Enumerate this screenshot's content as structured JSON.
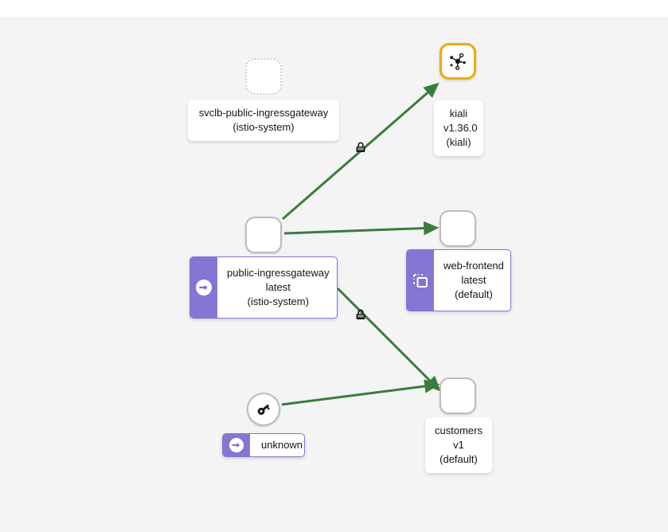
{
  "app": {
    "canvas_background": "#f4f4f4",
    "topbar_background": "#ffffff",
    "edge_color": "#3a7d3a",
    "accent_purple": "#8476d3",
    "highlight_orange": "#f0ab00"
  },
  "graph": {
    "nodes": [
      {
        "id": "svclb-public-ingressgateway",
        "shape": "rounded-square-dashed",
        "icon": "none",
        "label_lines": [
          "svclb-public-ingressgateway",
          "(istio-system)"
        ],
        "namespace": "istio-system",
        "badge": "none"
      },
      {
        "id": "kiali",
        "shape": "rounded-square-highlighted",
        "icon": "project-diagram-icon",
        "label_lines": [
          "kiali",
          "v1.36.0",
          "(kiali)"
        ],
        "namespace": "kiali",
        "version": "v1.36.0",
        "badge": "none"
      },
      {
        "id": "public-ingressgateway",
        "shape": "rounded-square",
        "icon": "none",
        "label_lines": [
          "public-ingressgateway",
          "latest",
          "(istio-system)"
        ],
        "namespace": "istio-system",
        "version": "latest",
        "badge": "gateway-arrow-icon"
      },
      {
        "id": "web-frontend",
        "shape": "rounded-square",
        "icon": "none",
        "label_lines": [
          "web-frontend",
          "latest",
          "(default)"
        ],
        "namespace": "default",
        "version": "latest",
        "badge": "virtual-service-icon"
      },
      {
        "id": "customers",
        "shape": "rounded-square",
        "icon": "none",
        "label_lines": [
          "customers",
          "v1",
          "(default)"
        ],
        "namespace": "default",
        "version": "v1",
        "badge": "none"
      },
      {
        "id": "unknown",
        "shape": "circle",
        "icon": "key-icon",
        "label_lines": [
          "unknown"
        ],
        "badge": "gateway-arrow-icon"
      }
    ],
    "edges": [
      {
        "from": "public-ingressgateway",
        "to": "kiali",
        "secured": true,
        "lock_icon": "padlock-icon"
      },
      {
        "from": "public-ingressgateway",
        "to": "web-frontend",
        "secured": false
      },
      {
        "from": "public-ingressgateway",
        "to": "customers",
        "secured": true,
        "lock_icon": "padlock-icon"
      },
      {
        "from": "unknown",
        "to": "customers",
        "secured": false
      }
    ]
  },
  "labels": {
    "svclb": {
      "line1": "svclb-public-ingressgateway",
      "line2": "(istio-system)"
    },
    "kiali": {
      "line1": "kiali",
      "line2": "v1.36.0",
      "line3": "(kiali)"
    },
    "ingressgateway": {
      "line1": "public-ingressgateway",
      "line2": "latest",
      "line3": "(istio-system)"
    },
    "webfrontend": {
      "line1": "web-frontend",
      "line2": "latest",
      "line3": "(default)"
    },
    "customers": {
      "line1": "customers",
      "line2": "v1",
      "line3": "(default)"
    },
    "unknown": {
      "line1": "unknown"
    }
  }
}
